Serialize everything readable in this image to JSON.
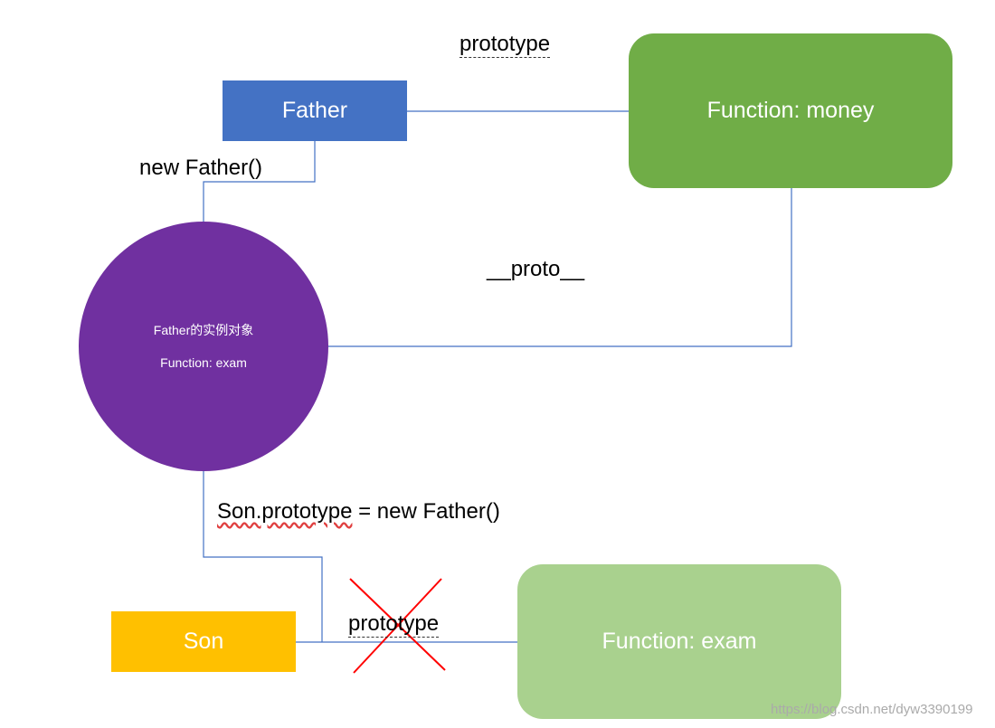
{
  "father": {
    "label": "Father"
  },
  "money": {
    "label": "Function: money"
  },
  "instance": {
    "title": "Father的实例对象",
    "method": "Function: exam"
  },
  "son": {
    "label": "Son"
  },
  "exam": {
    "label": "Function: exam"
  },
  "labels": {
    "prototype_top": "prototype",
    "new_father": "new Father()",
    "proto": "__proto__",
    "son_prototype_lhs": "Son.prototype",
    "son_prototype_rhs": " = new Father()",
    "prototype_bottom": "prototype"
  },
  "watermark": "https://blog.csdn.net/dyw3390199",
  "colors": {
    "father": "#4472c4",
    "money": "#70ad47",
    "instance": "#7030a0",
    "son": "#ffc000",
    "exam": "#a9d18e",
    "connector": "#4472c4",
    "cross": "#ff0000"
  }
}
